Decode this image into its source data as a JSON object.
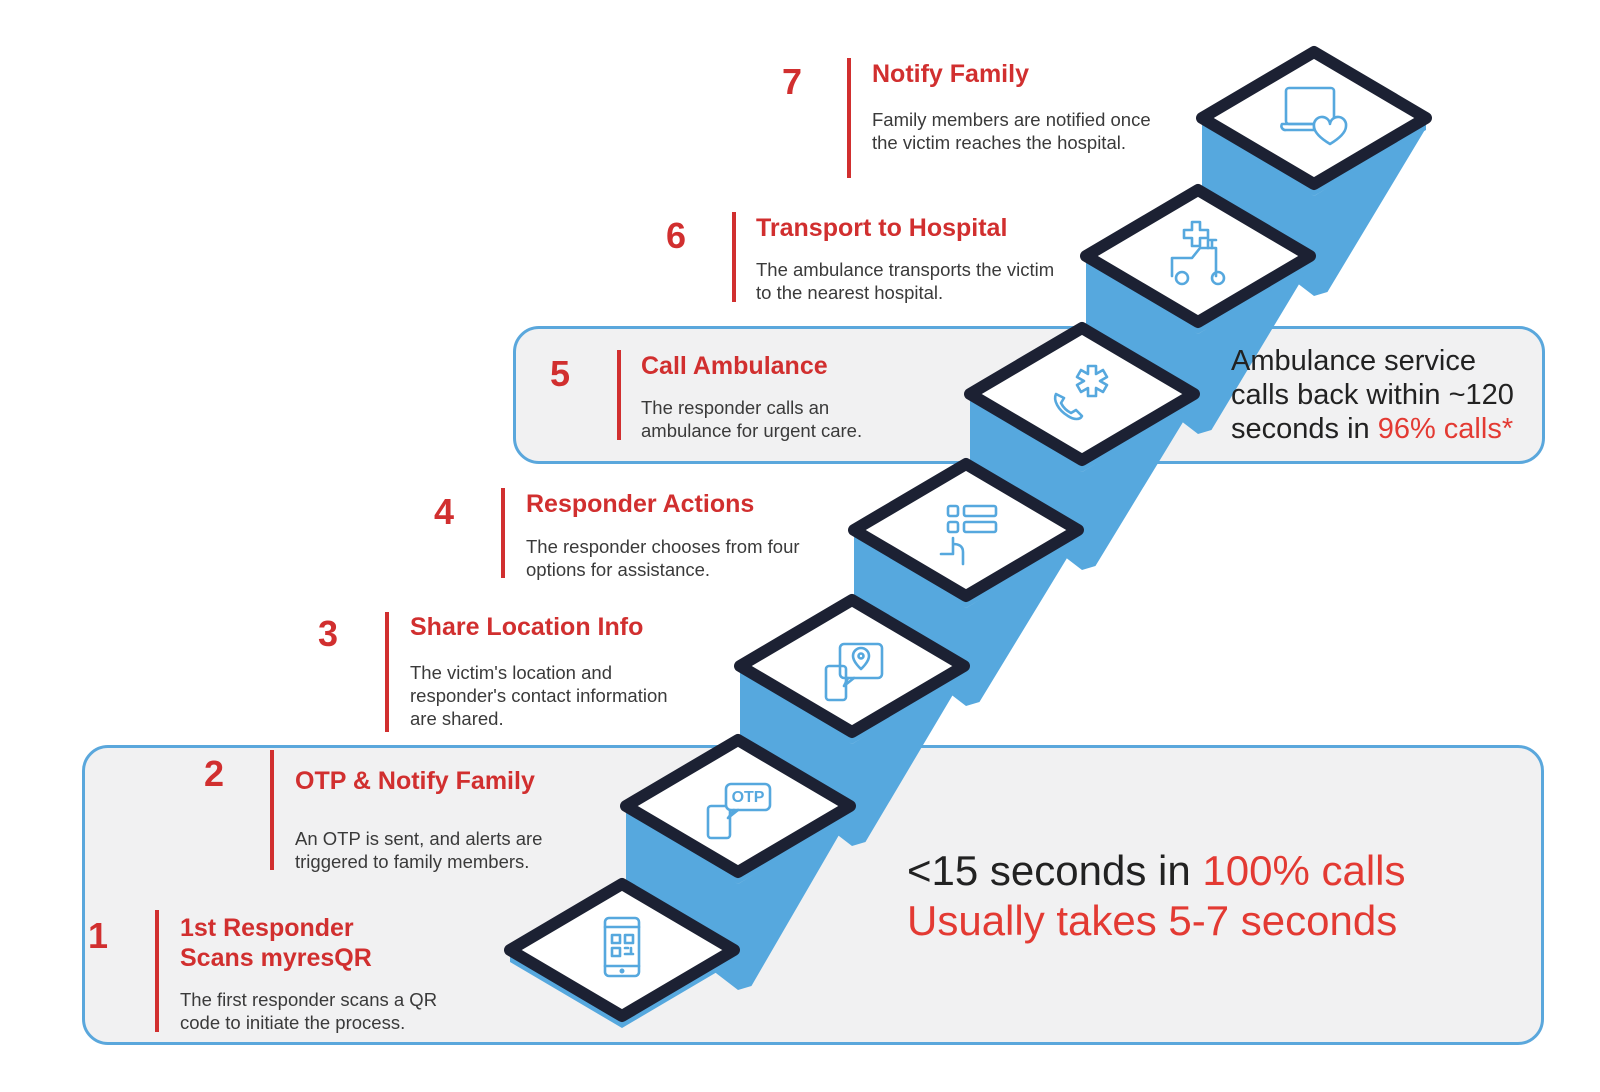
{
  "steps": [
    {
      "number": "1",
      "title_line1": "1st Responder",
      "title_line2": "Scans myresQR",
      "description": "The first responder scans a QR code to initiate the process.",
      "icon": "qr-phone-icon"
    },
    {
      "number": "2",
      "title": "OTP & Notify Family",
      "description": "An OTP is sent, and alerts are triggered to family members.",
      "icon": "otp-message-icon"
    },
    {
      "number": "3",
      "title": "Share Location Info",
      "description": "The victim's location and responder's contact information are shared.",
      "icon": "location-share-icon"
    },
    {
      "number": "4",
      "title": "Responder Actions",
      "description": "The responder chooses from four options for assistance.",
      "icon": "option-select-icon"
    },
    {
      "number": "5",
      "title": "Call Ambulance",
      "description": "The responder calls an ambulance for urgent care.",
      "icon": "emergency-call-icon"
    },
    {
      "number": "6",
      "title": "Transport to Hospital",
      "description": "The ambulance transports the victim to the nearest hospital.",
      "icon": "ambulance-icon"
    },
    {
      "number": "7",
      "title": "Notify Family",
      "description": "Family members are notified once the victim reaches the hospital.",
      "icon": "heart-screen-icon"
    }
  ],
  "callouts": {
    "fast": {
      "line1_prefix": "<15 seconds in ",
      "line1_highlight": "100% calls",
      "line2": "Usually takes 5-7 seconds"
    },
    "ambulance": {
      "line1": "Ambulance service",
      "line2": "calls back within ~120",
      "line3_prefix": "seconds in ",
      "line3_highlight": "96% calls*"
    }
  },
  "colors": {
    "accent_red": "#d12f2f",
    "stair_blue": "#56a8de",
    "frame_dark": "#1c2133",
    "panel_border": "#5aa7dc"
  }
}
